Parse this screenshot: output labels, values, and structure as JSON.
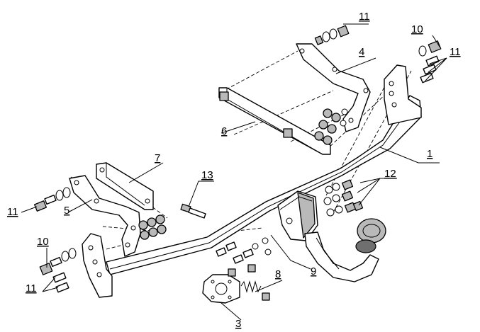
{
  "callouts": [
    {
      "id": "c1",
      "text": "1"
    },
    {
      "id": "c3",
      "text": "3"
    },
    {
      "id": "c4",
      "text": "4"
    },
    {
      "id": "c5",
      "text": "5"
    },
    {
      "id": "c6",
      "text": "6"
    },
    {
      "id": "c7",
      "text": "7"
    },
    {
      "id": "c8",
      "text": "8"
    },
    {
      "id": "c9",
      "text": "9"
    },
    {
      "id": "c10a",
      "text": "10"
    },
    {
      "id": "c10b",
      "text": "10"
    },
    {
      "id": "c11a",
      "text": "11"
    },
    {
      "id": "c11b",
      "text": "11"
    },
    {
      "id": "c11c",
      "text": "11"
    },
    {
      "id": "c11d",
      "text": "11"
    },
    {
      "id": "c12",
      "text": "12"
    },
    {
      "id": "c13",
      "text": "13"
    }
  ]
}
